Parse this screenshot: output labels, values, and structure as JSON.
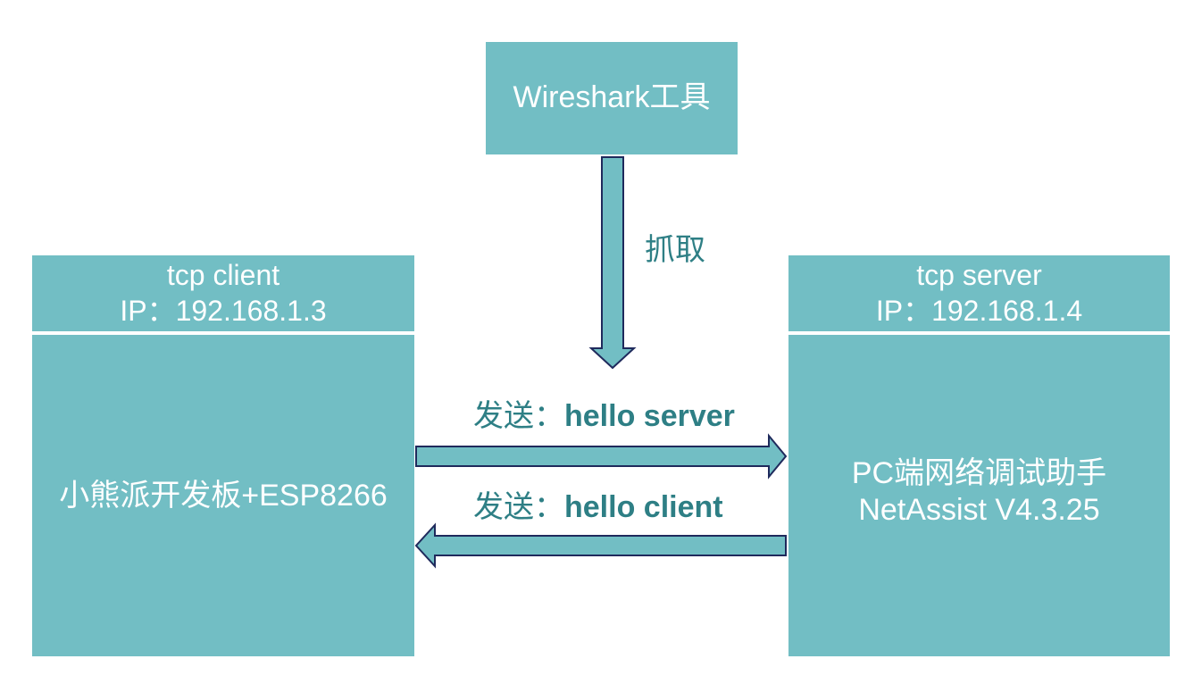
{
  "wireshark": {
    "label": "Wireshark工具"
  },
  "capture": {
    "label": "抓取"
  },
  "client": {
    "header_line1": "tcp client",
    "header_line2": "IP：192.168.1.3",
    "body": "小熊派开发板+ESP8266"
  },
  "server": {
    "header_line1": "tcp server",
    "header_line2": "IP：192.168.1.4",
    "body_line1": "PC端网络调试助手",
    "body_line2": "NetAssist V4.3.25"
  },
  "send_to_server": {
    "prefix": "发送：",
    "message": "hello server"
  },
  "send_to_client": {
    "prefix": "发送：",
    "message": "hello client"
  },
  "colors": {
    "box_fill": "#72BEC4",
    "arrow_stroke": "#1F2A5C",
    "label_text": "#2E7F85"
  }
}
